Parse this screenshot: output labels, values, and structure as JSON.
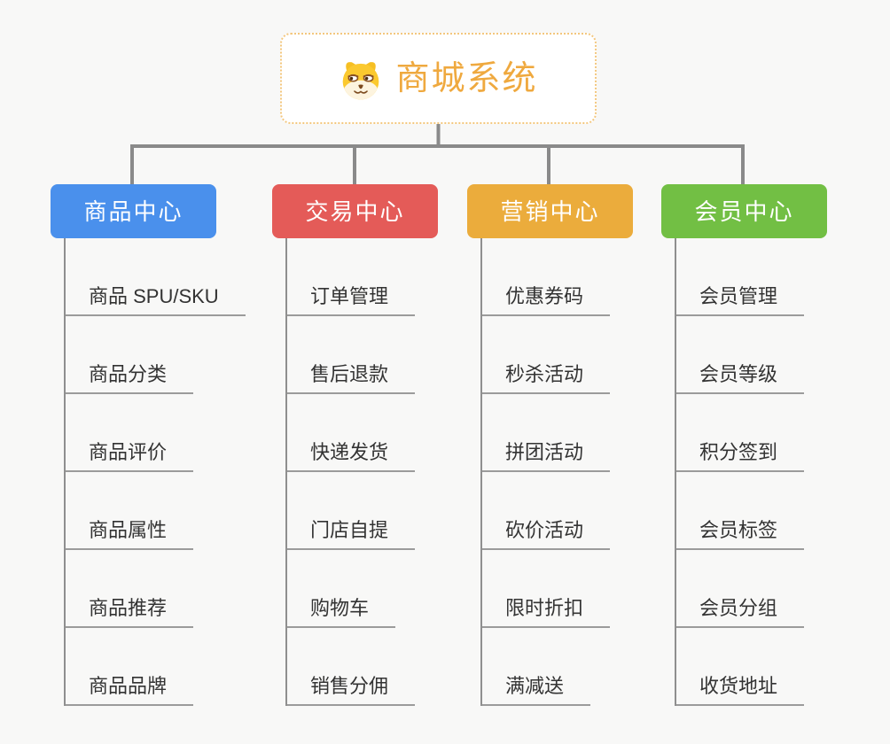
{
  "app": {
    "type": "mindmap",
    "background": "#f8f8f7",
    "connector_color": "#8a8a8a",
    "child_connector_color": "#9b9b9b"
  },
  "root": {
    "title": "商城系统",
    "icon": "dog-face-icon",
    "text_color": "#efa93f",
    "border_color": "#f3c77e"
  },
  "branches": [
    {
      "label": "商品中心",
      "color": "#4a90ec",
      "items": [
        "商品 SPU/SKU",
        "商品分类",
        "商品评价",
        "商品属性",
        "商品推荐",
        "商品品牌"
      ]
    },
    {
      "label": "交易中心",
      "color": "#e45b58",
      "items": [
        "订单管理",
        "售后退款",
        "快递发货",
        "门店自提",
        "购物车",
        "销售分佣"
      ]
    },
    {
      "label": "营销中心",
      "color": "#ebac3c",
      "items": [
        "优惠券码",
        "秒杀活动",
        "拼团活动",
        "砍价活动",
        "限时折扣",
        "满减送"
      ]
    },
    {
      "label": "会员中心",
      "color": "#72bf44",
      "items": [
        "会员管理",
        "会员等级",
        "积分签到",
        "会员标签",
        "会员分组",
        "收货地址"
      ]
    }
  ]
}
